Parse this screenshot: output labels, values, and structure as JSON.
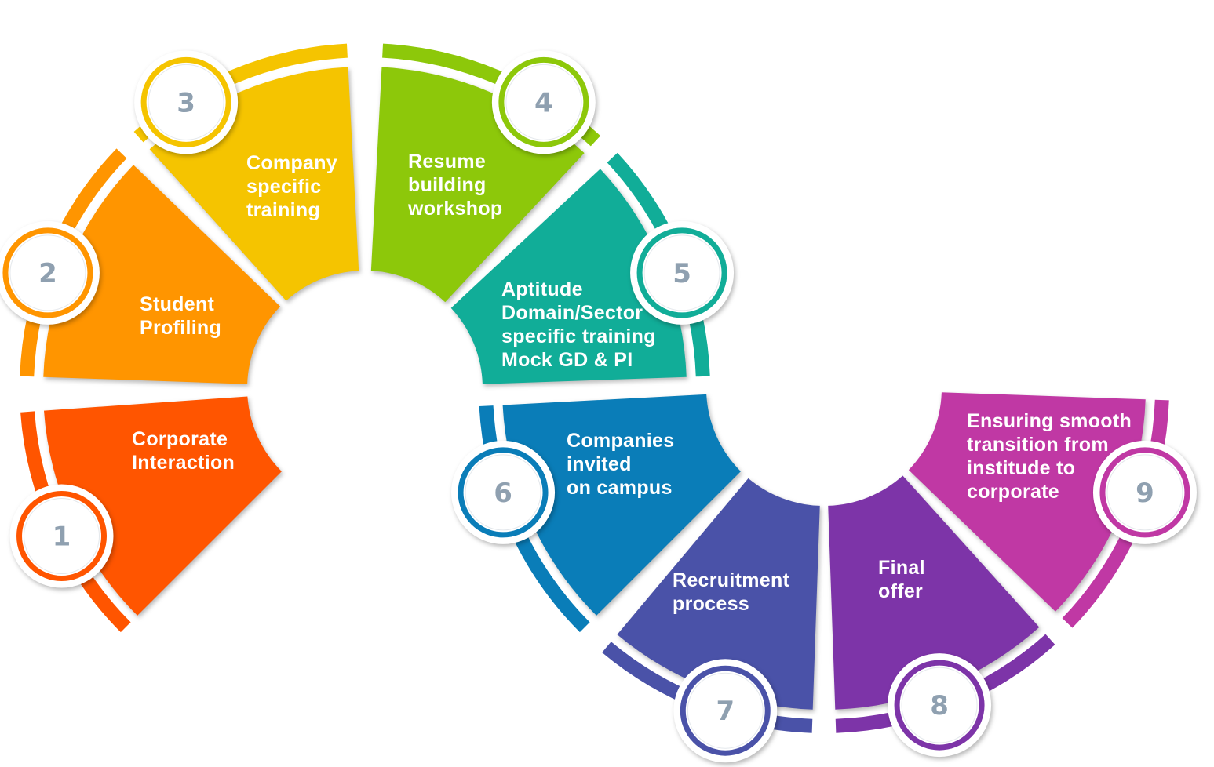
{
  "steps": [
    {
      "number": "1",
      "lines": [
        "Corporate",
        "Interaction"
      ],
      "color": "#ff5500"
    },
    {
      "number": "2",
      "lines": [
        "Student",
        "Profiling"
      ],
      "color": "#ff9500"
    },
    {
      "number": "3",
      "lines": [
        "Company",
        "specific",
        "training"
      ],
      "color": "#f5c400"
    },
    {
      "number": "4",
      "lines": [
        "Resume",
        "building",
        "workshop"
      ],
      "color": "#8dc80a"
    },
    {
      "number": "5",
      "lines": [
        "Aptitude",
        "Domain/Sector",
        "specific training",
        "Mock GD & PI"
      ],
      "color": "#11ad98"
    },
    {
      "number": "6",
      "lines": [
        "Companies",
        "invited",
        "on campus"
      ],
      "color": "#0a7db8"
    },
    {
      "number": "7",
      "lines": [
        "Recruitment",
        "process"
      ],
      "color": "#4a52a8"
    },
    {
      "number": "8",
      "lines": [
        "Final",
        "offer"
      ],
      "color": "#7d34a8"
    },
    {
      "number": "9",
      "lines": [
        "Ensuring smooth",
        "transition from",
        "institude to",
        "corporate"
      ],
      "color": "#c038a4"
    }
  ]
}
